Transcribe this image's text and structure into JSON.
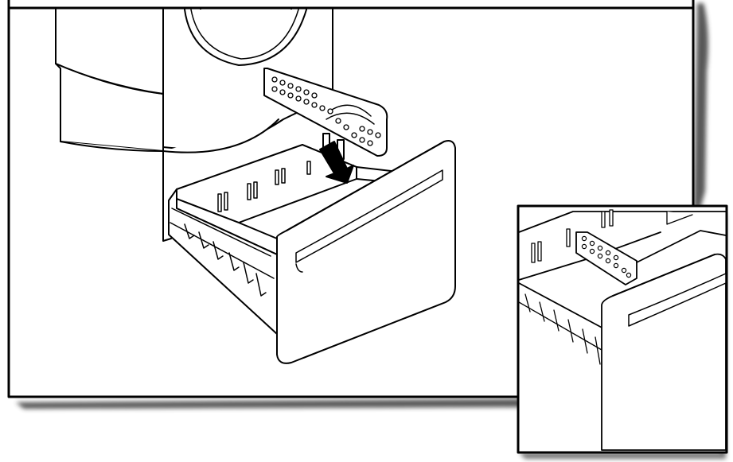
{
  "figure": {
    "subject": "pedestal-drawer-divider-installation",
    "main_view": "washer-pedestal-with-open-drawer-and-divider",
    "inset_view": "divider-installed-in-drawer",
    "arrow_direction": "down",
    "colors": {
      "line": "#000000",
      "fill": "#ffffff",
      "shadow": "#3a3a3a"
    }
  }
}
